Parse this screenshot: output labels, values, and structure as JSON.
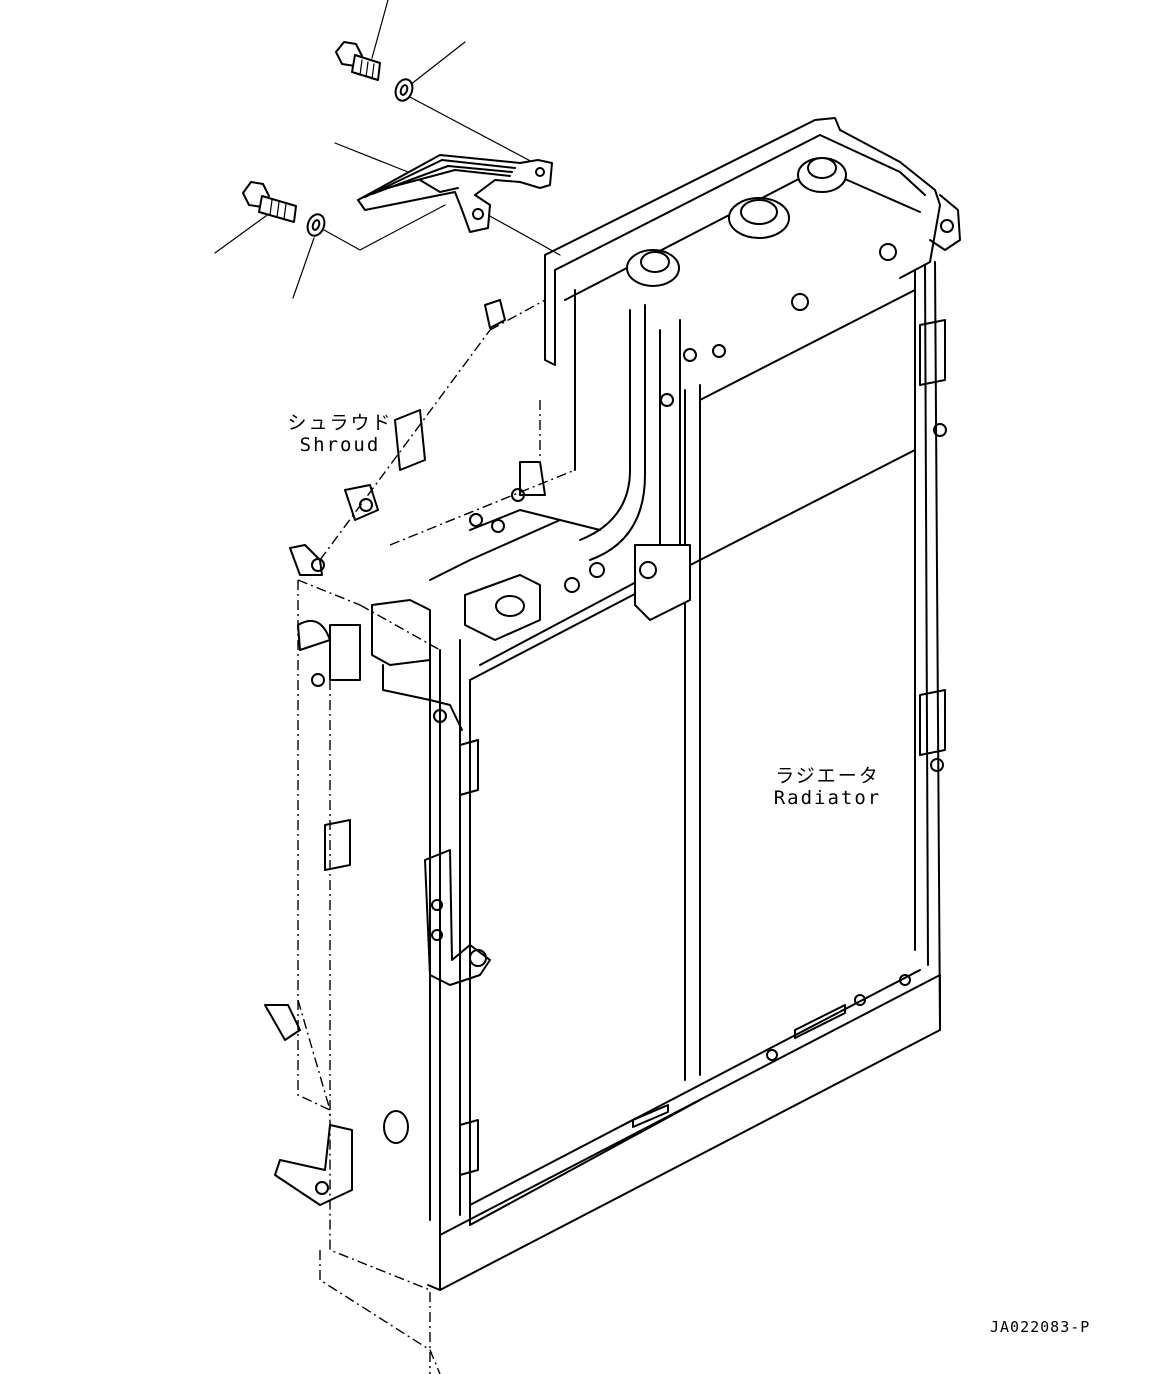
{
  "labels": {
    "shroud": {
      "ja": "シュラウド",
      "en": "Shroud"
    },
    "radiator": {
      "ja": "ラジエータ",
      "en": "Radiator"
    }
  },
  "drawing_code": "JA022083-P",
  "icons": [
    "bolt-icon",
    "washer-icon",
    "bracket-icon"
  ]
}
